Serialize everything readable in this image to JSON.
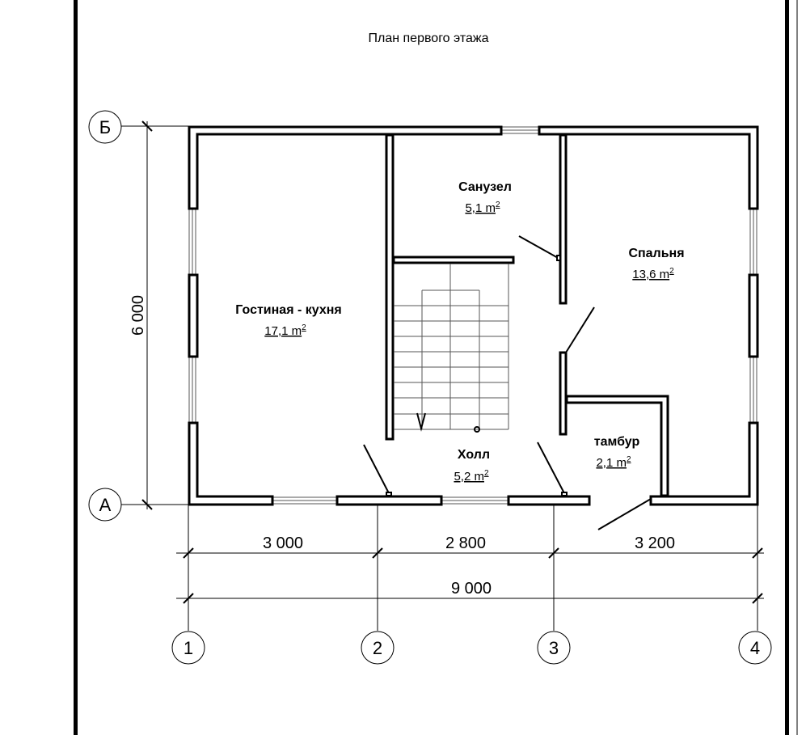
{
  "title": "План первого этажа",
  "rooms": [
    {
      "name": "Гостиная - кухня",
      "area": "17,1 m",
      "sup": "2"
    },
    {
      "name": "Санузел",
      "area": "5,1 m",
      "sup": "2"
    },
    {
      "name": "Спальня",
      "area": "13,6 m",
      "sup": "2"
    },
    {
      "name": "Холл",
      "area": "5,2 m",
      "sup": "2"
    },
    {
      "name": "тамбур",
      "area": "2,1 m",
      "sup": "2"
    }
  ],
  "dimensions": {
    "height": "6 000",
    "segments": [
      "3 000",
      "2 800",
      "3 200"
    ],
    "total": "9 000"
  },
  "axes": {
    "letters": [
      "Б",
      "А"
    ],
    "numbers": [
      "1",
      "2",
      "3",
      "4"
    ]
  }
}
